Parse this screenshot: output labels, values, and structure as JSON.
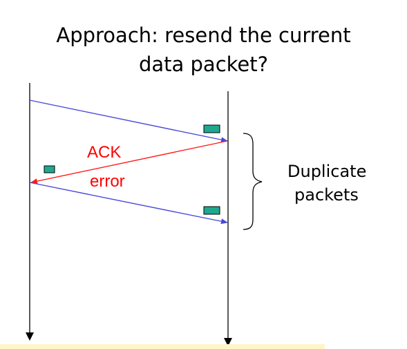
{
  "title": {
    "line1": "Approach: resend the current",
    "line2": "data packet?"
  },
  "labels": {
    "ack": "ACK",
    "error": "error",
    "duplicate_line1": "Duplicate",
    "duplicate_line2": "packets"
  },
  "colors": {
    "data_arrow": "#4848d8",
    "ack_arrow": "#ff1a1a",
    "packet_fill": "#1fa890",
    "timeline": "#000000",
    "label_red": "#ff0000"
  },
  "icons": {
    "packet": "green-rectangle",
    "brace": "right-curly-brace"
  }
}
